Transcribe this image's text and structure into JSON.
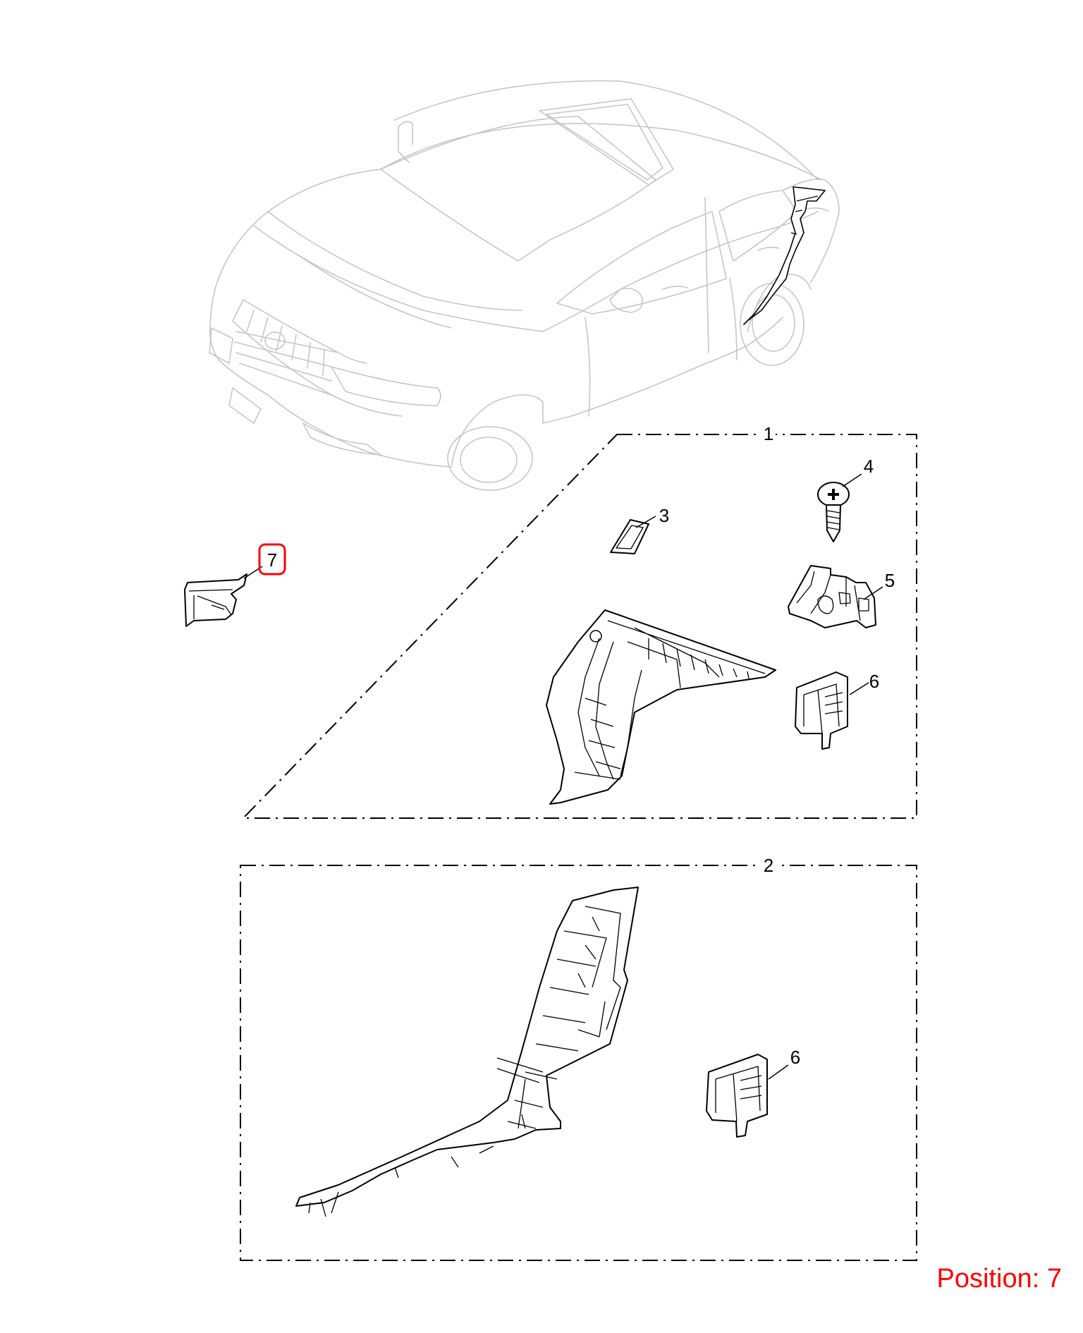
{
  "callouts": {
    "c1": "1",
    "c2": "2",
    "c3": "3",
    "c4": "4",
    "c5": "5",
    "c6a": "6",
    "c6b": "6",
    "c7": "7"
  },
  "highlighted_callout": "7",
  "position_label": "Position: 7",
  "colors": {
    "highlight": "#ff0000",
    "line_art": "#000000",
    "vehicle_outline": "#c6c6c6",
    "background": "#ffffff"
  }
}
